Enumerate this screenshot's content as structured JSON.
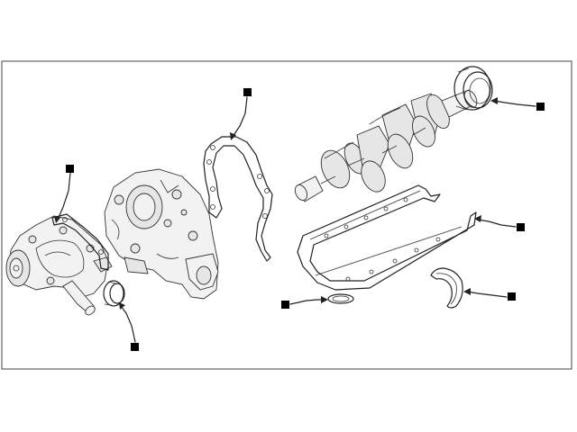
{
  "figure": {
    "background": "#ffffff",
    "line_color": "#222222",
    "marker_color": "#000000"
  },
  "parts": [
    {
      "id": "water-pump-gasket"
    },
    {
      "id": "front-cover-gasket"
    },
    {
      "id": "crankshaft-front-seal"
    },
    {
      "id": "crankshaft-rear-seal"
    },
    {
      "id": "oil-pan-gasket"
    },
    {
      "id": "oil-pickup-o-ring"
    },
    {
      "id": "rear-main-seal-half"
    }
  ]
}
